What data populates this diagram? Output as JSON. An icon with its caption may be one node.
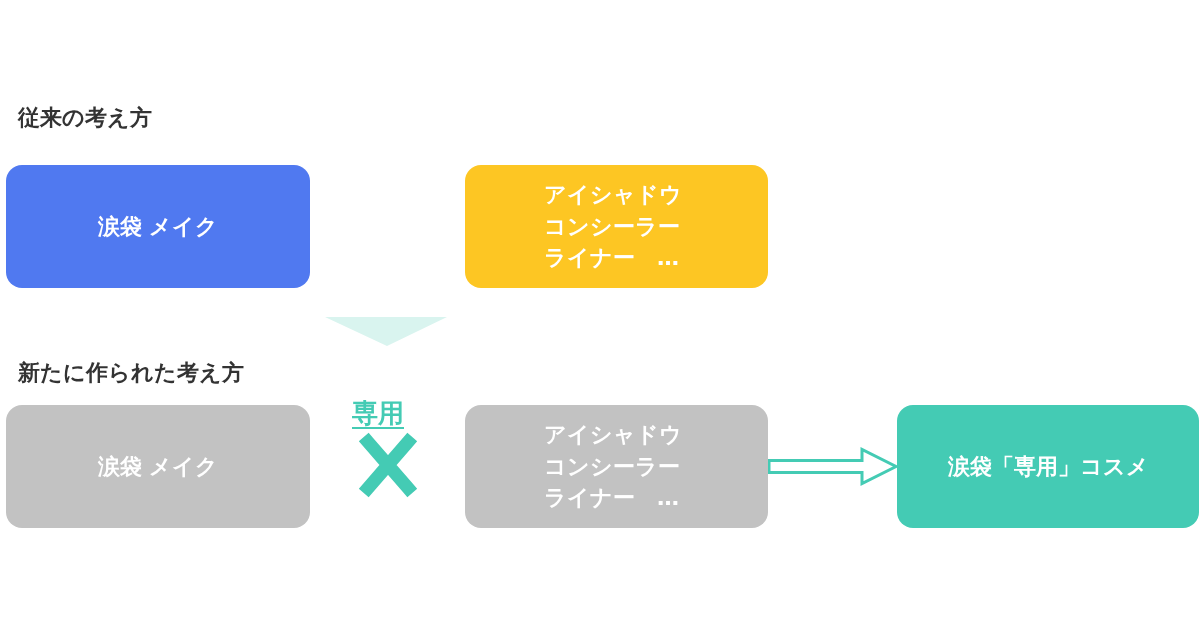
{
  "diagram": {
    "nodes": [
      {
        "text": [
          "涙袋 メイク"
        ]
      },
      {
        "text": [
          "アイシャドウコンシーラーライナー　…"
        ]
      },
      {
        "text": [
          "涙袋 メイク"
        ]
      },
      {
        "text": [
          "アイシャドウコンシーラーライナー　…"
        ]
      },
      {
        "text": [
          "涙袋「専用」コスメ"
        ]
      }
    ],
    "edges": [
      {
        "from": 3,
        "to": 4,
        "arrow": "to"
      }
    ],
    "labels": [
      "従来の考え方",
      "新たに作られた考え方",
      "専用"
    ]
  }
}
